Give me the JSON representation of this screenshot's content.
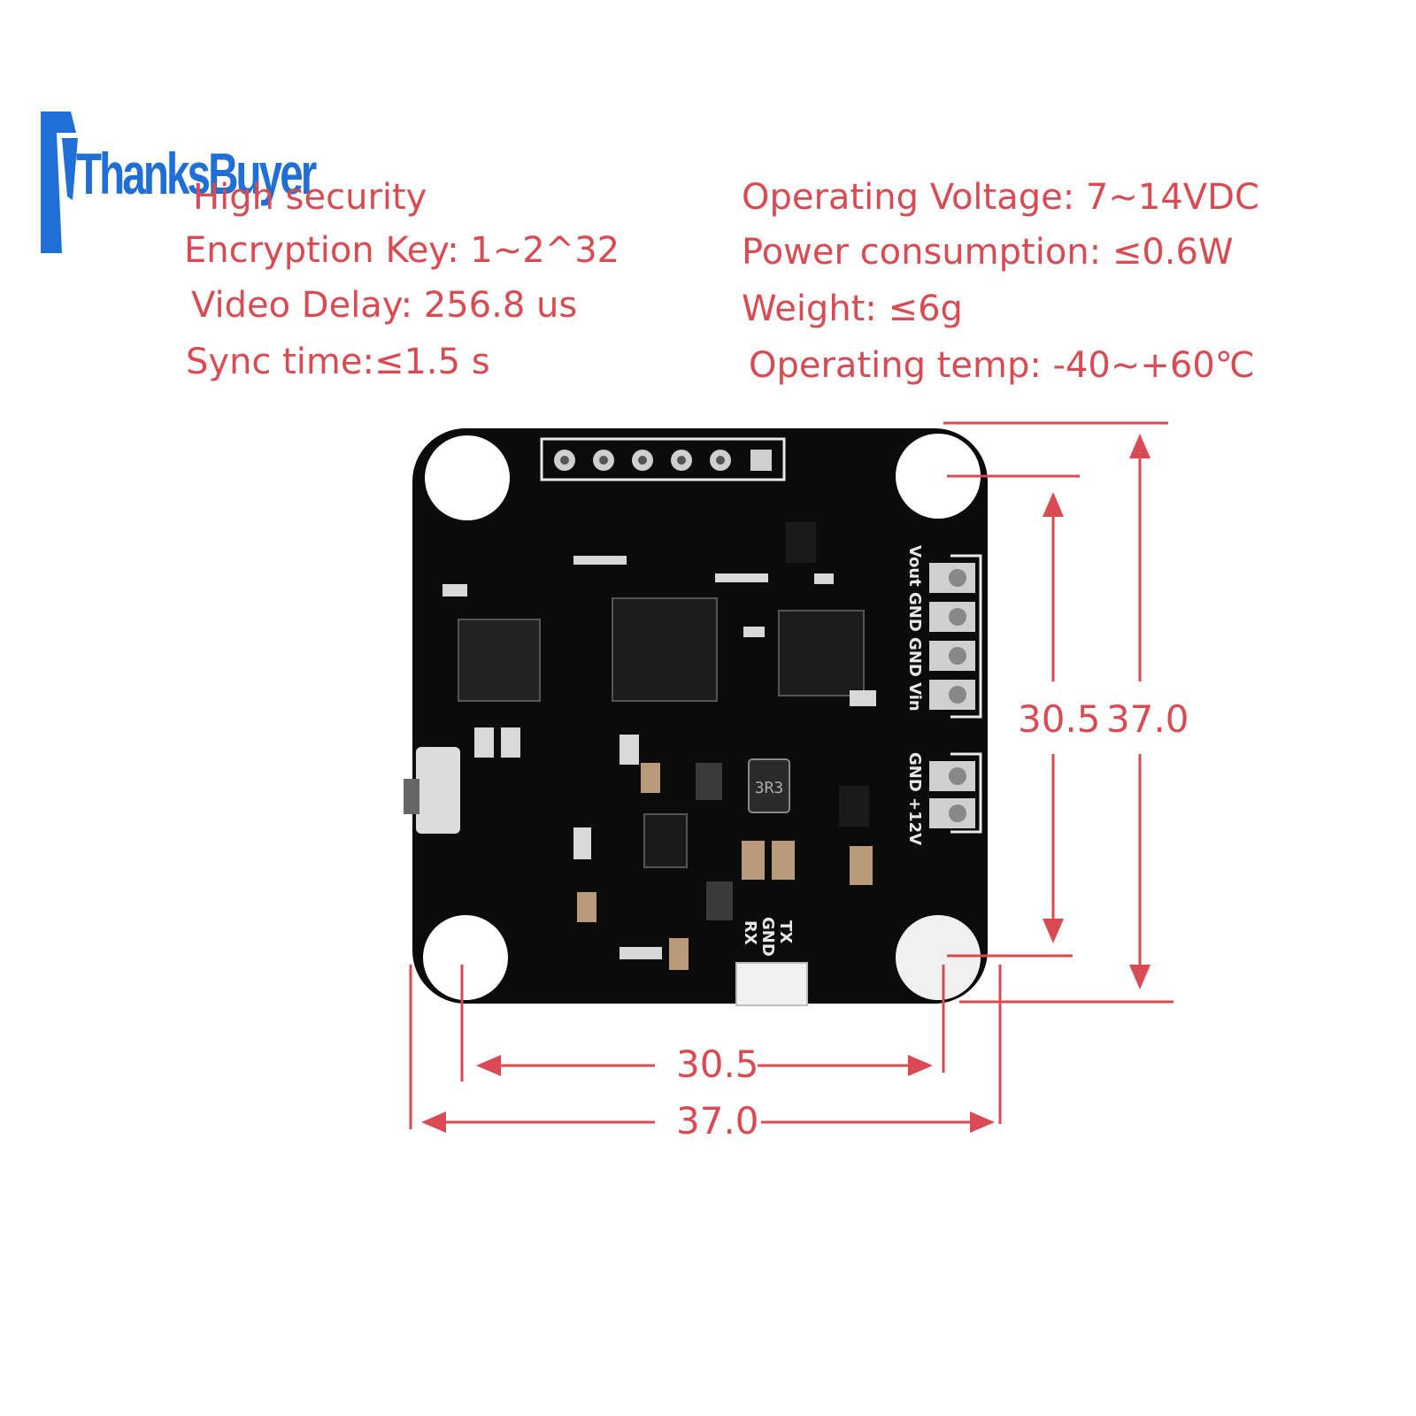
{
  "brand": {
    "logo_text": "ThanksBuyer",
    "color": "#1f6fd6"
  },
  "specs_left": [
    "High security",
    "Encryption Key: 1~2^32",
    "Video Delay: 256.8 us",
    "Sync time:≤1.5 s"
  ],
  "specs_right": [
    "Operating Voltage: 7~14VDC",
    "Power consumption: ≤0.6W",
    "Weight: ≤6g",
    "Operating temp: -40~+60℃"
  ],
  "dimensions": {
    "hole_spacing_vertical": "30.5",
    "board_height": "37.0",
    "hole_spacing_horizontal": "30.5",
    "board_width": "37.0"
  },
  "silkscreen": {
    "right_pins": "Vout GND GND Vin",
    "power_pins": "GND +12V",
    "bottom_pins": [
      "TX",
      "GND",
      "RX"
    ],
    "inductor": "3R3"
  },
  "colors": {
    "annotation": "#d94a52",
    "pcb": "#0b0b0b"
  }
}
